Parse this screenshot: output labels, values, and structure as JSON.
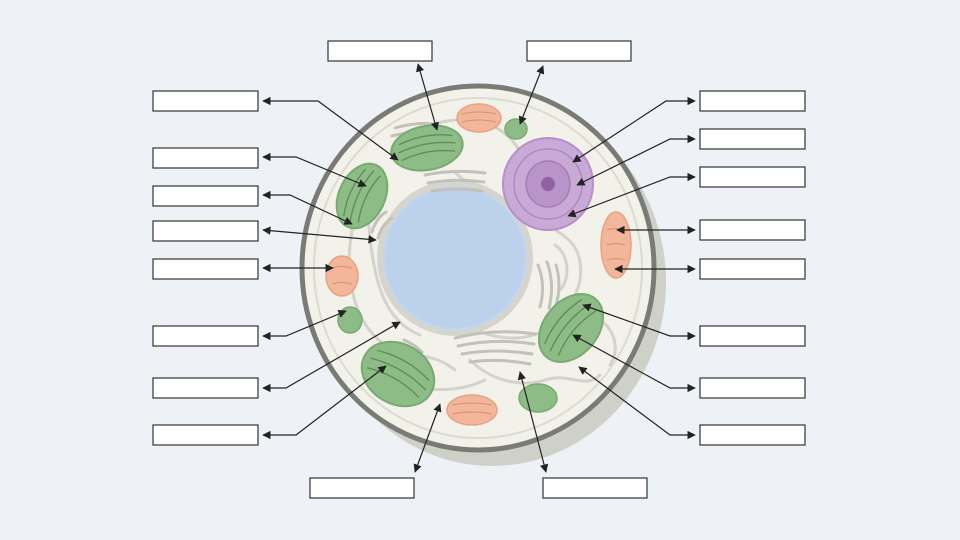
{
  "diagram": {
    "colors": {
      "background": "#eef2f7",
      "cell_wall": "#7b7b76",
      "cell_shadow": "#cfd0c8",
      "cytoplasm": "#f3f2ea",
      "nucleus": "#bcd2ec",
      "nucleus_outline": "#a9bfdc",
      "chloroplast": "#8dbc86",
      "chloroplast_line": "#5e8f58",
      "mitochondrion": "#f2b79a",
      "mitochondrion_line": "#d88d6b",
      "vacuole": "#c9a9d6",
      "golgi": "#c8c7c1",
      "label_box_border": "#333333",
      "label_box_fill": "#ffffff",
      "arrow": "#222222"
    },
    "label_boxes": [
      {
        "id": "top-left",
        "text": ""
      },
      {
        "id": "top-right",
        "text": ""
      },
      {
        "id": "left-1",
        "text": ""
      },
      {
        "id": "left-2",
        "text": ""
      },
      {
        "id": "left-3",
        "text": ""
      },
      {
        "id": "left-4",
        "text": ""
      },
      {
        "id": "left-5",
        "text": ""
      },
      {
        "id": "left-6",
        "text": ""
      },
      {
        "id": "left-7",
        "text": ""
      },
      {
        "id": "left-8",
        "text": ""
      },
      {
        "id": "right-1",
        "text": ""
      },
      {
        "id": "right-2",
        "text": ""
      },
      {
        "id": "right-3",
        "text": ""
      },
      {
        "id": "right-4",
        "text": ""
      },
      {
        "id": "right-5",
        "text": ""
      },
      {
        "id": "right-6",
        "text": ""
      },
      {
        "id": "right-7",
        "text": ""
      },
      {
        "id": "right-8",
        "text": ""
      },
      {
        "id": "bottom-left",
        "text": ""
      },
      {
        "id": "bottom-right",
        "text": ""
      }
    ]
  }
}
